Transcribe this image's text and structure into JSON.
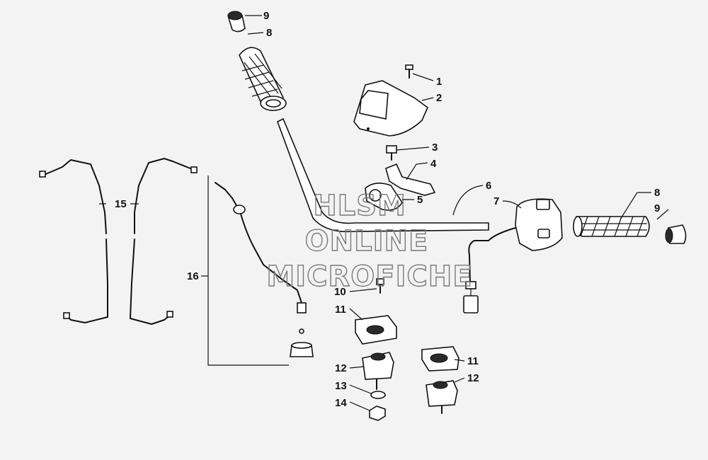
{
  "callouts": {
    "c1": "1",
    "c2": "2",
    "c3": "3",
    "c4": "4",
    "c5": "5",
    "c6": "6",
    "c7": "7",
    "c8_left": "8",
    "c8_right": "8",
    "c9_left": "9",
    "c9_right": "9",
    "c10": "10",
    "c11_left": "11",
    "c11_right": "11",
    "c12_left": "12",
    "c12_right": "12",
    "c13": "13",
    "c14": "14",
    "c15": "15",
    "c16": "16"
  },
  "watermark": {
    "line1": "HLSM",
    "line2": "ONLINE",
    "line3": "MICROFICHE"
  },
  "colors": {
    "background": "#f3f3f3",
    "ink": "#111111",
    "watermark": "#7a7a7a"
  }
}
